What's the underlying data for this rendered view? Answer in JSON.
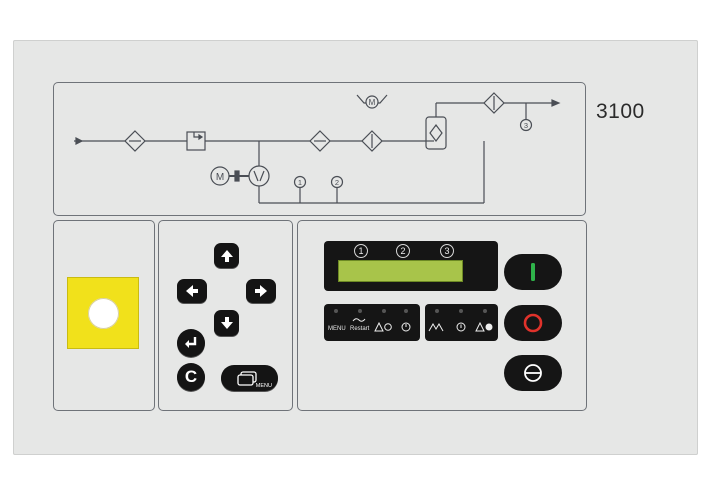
{
  "panel": {
    "model_label": "3100",
    "accent_color": "#f1e11b",
    "diagram_labels": [
      "1",
      "2",
      "3"
    ],
    "motor_letter": "M"
  },
  "keys": {
    "up": "arrow-up-icon",
    "down": "arrow-down-icon",
    "left": "arrow-left-icon",
    "right": "arrow-right-icon",
    "enter": "enter-icon",
    "clear_label": "C",
    "menu_label": "MENU"
  },
  "display": {
    "indicator_labels": [
      "1",
      "2",
      "3"
    ],
    "lcd_color": "#a8c44a"
  },
  "status_strip_left": {
    "items": [
      "MENU",
      "Restart"
    ]
  },
  "buttons": {
    "start_color": "#2fb34a",
    "stop_color": "#e0322b"
  }
}
